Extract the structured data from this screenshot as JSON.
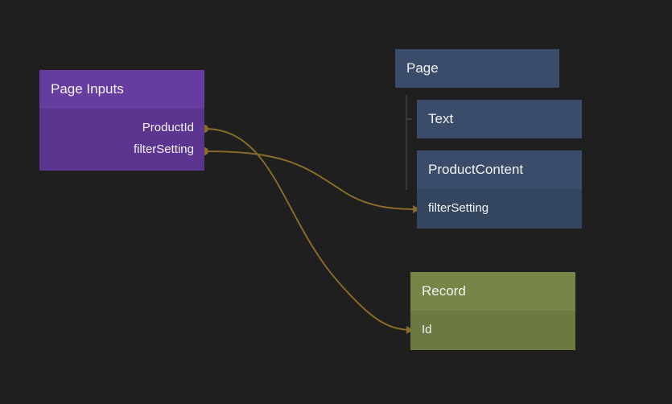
{
  "nodes": {
    "page_inputs": {
      "title": "Page Inputs",
      "ports": [
        "ProductId",
        "filterSetting"
      ]
    },
    "page": {
      "title": "Page"
    },
    "text": {
      "title": "Text"
    },
    "product_content": {
      "title": "ProductContent",
      "ports": [
        "filterSetting"
      ]
    },
    "record": {
      "title": "Record",
      "ports": [
        "Id"
      ]
    }
  },
  "connections": [
    {
      "from": "Page Inputs.ProductId",
      "to": "Record.Id"
    },
    {
      "from": "Page Inputs.filterSetting",
      "to": "ProductContent.filterSetting"
    }
  ],
  "colors": {
    "background": "#1f1f1f",
    "page_inputs_header": "#663d9e",
    "page_inputs_body": "#5c3591",
    "visual_node": "#3a4c69",
    "data_node_header": "#758647",
    "data_node_body": "#6a7a40",
    "wire": "#8a6a2a"
  }
}
